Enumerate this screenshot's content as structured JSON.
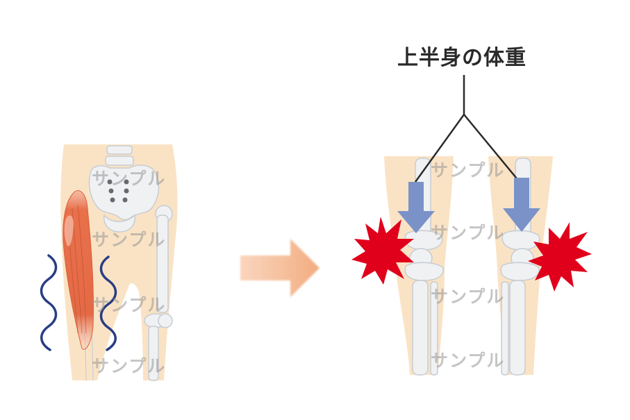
{
  "diagram": {
    "label": "上半身の体重",
    "watermarks": [
      "サンプル",
      "サンプル",
      "サンプル",
      "サンプル",
      "サンプル",
      "サンプル",
      "サンプル",
      "サンプル"
    ]
  },
  "colors": {
    "skin": "#fae3c5",
    "bone": "#eff1f3",
    "bone_outline": "#c7ccd2",
    "muscle": "#e8704a",
    "wave": "#283d84",
    "arrow_main": "#f4b48a",
    "force_arrow": "#7a92c8",
    "pain_burst": "#e0001b"
  }
}
